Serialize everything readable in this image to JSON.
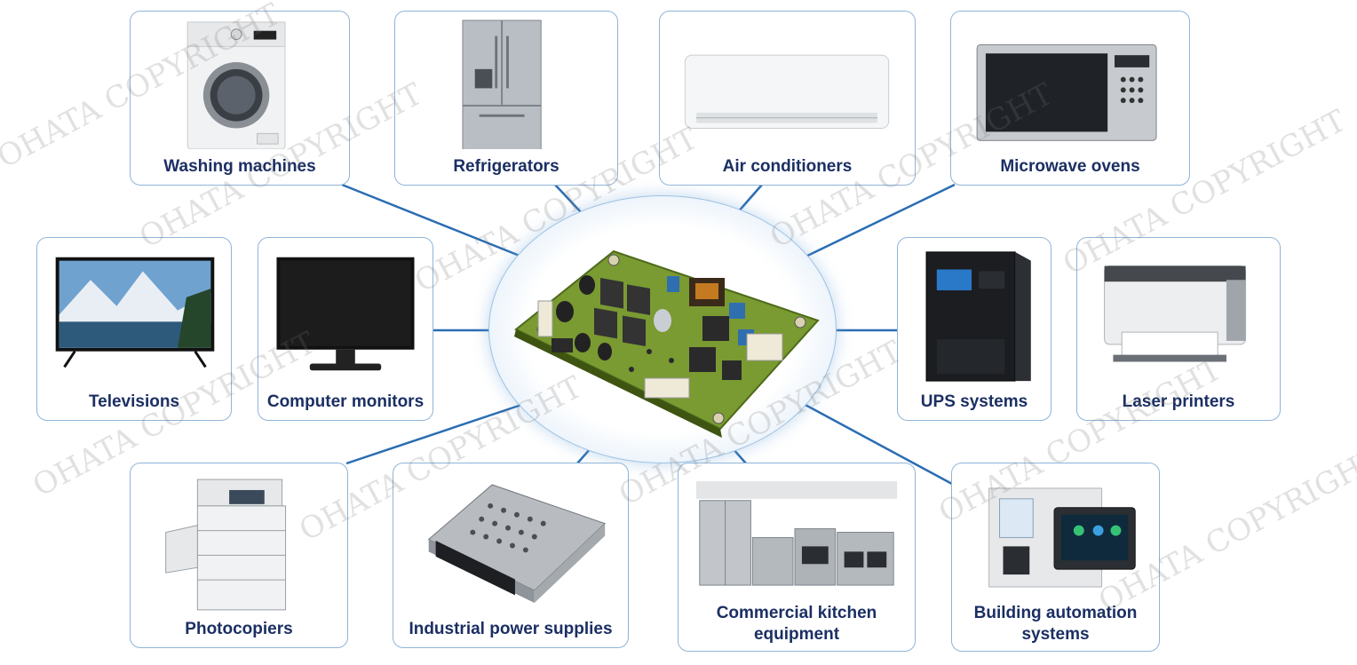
{
  "items": [
    {
      "label": "Washing machines"
    },
    {
      "label": "Refrigerators"
    },
    {
      "label": "Air conditioners"
    },
    {
      "label": "Microwave ovens"
    },
    {
      "label": "Televisions"
    },
    {
      "label": "Computer monitors"
    },
    {
      "label": "UPS systems"
    },
    {
      "label": "Laser printers"
    },
    {
      "label": "Photocopiers"
    },
    {
      "label": "Industrial power supplies"
    },
    {
      "label": "Commercial kitchen equipment"
    },
    {
      "label": "Building automation systems"
    }
  ],
  "watermark": "OHATA COPYRIGHT",
  "colors": {
    "connector": "#2a6db3",
    "card_border": "#8fb4d8",
    "label": "#1b2f63",
    "pcb": "#6b8f2a"
  }
}
